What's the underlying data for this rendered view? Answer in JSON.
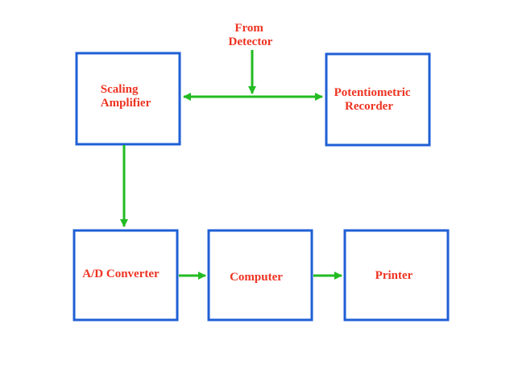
{
  "colors": {
    "box_border": "#1f5fd6",
    "arrow": "#22bb22",
    "label": "#ee3322"
  },
  "diagram": {
    "input": {
      "line1": "From",
      "line2": "Detector"
    },
    "blocks": {
      "scaling_amplifier": {
        "line1": "Scaling",
        "line2": "Amplifier"
      },
      "potentiometric_recorder": {
        "line1": "Potentiometric",
        "line2": "Recorder"
      },
      "ad_converter": {
        "line1": "A/D Converter"
      },
      "computer": {
        "line1": "Computer"
      },
      "printer": {
        "line1": "Printer"
      }
    }
  }
}
